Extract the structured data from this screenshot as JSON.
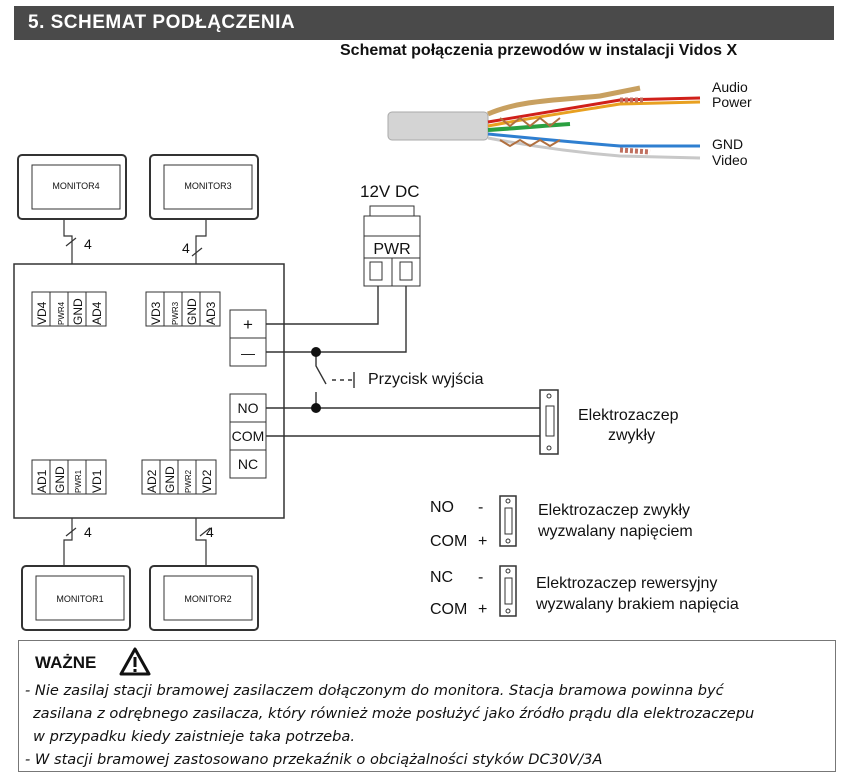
{
  "section": {
    "title": "5. SCHEMAT PODŁĄCZENIA"
  },
  "diagram_title": "Schemat połączenia przewodów w instalacji Vidos X",
  "cable_labels": [
    "Audio",
    "Power",
    "GND",
    "Video"
  ],
  "monitors": [
    "MONITOR4",
    "MONITOR3",
    "MONITOR1",
    "MONITOR2"
  ],
  "wire_counts": [
    "4",
    "4",
    "4",
    "4"
  ],
  "power_supply": {
    "title": "12V DC",
    "label": "PWR"
  },
  "terminals": {
    "group4": [
      "VD4",
      "PWR4",
      "GND",
      "AD4"
    ],
    "group3": [
      "VD3",
      "PWR3",
      "GND",
      "AD3"
    ],
    "group1": [
      "AD1",
      "GND",
      "PWR1",
      "VD1"
    ],
    "group2": [
      "AD2",
      "GND",
      "PWR2",
      "VD2"
    ]
  },
  "power_terminals": [
    "+",
    "—"
  ],
  "relay_terminals": [
    "NO",
    "COM",
    "NC"
  ],
  "exit_button": "Przycisk wyjścia",
  "lock_main": [
    "Elektrozaczep",
    "zwykły"
  ],
  "lock_normal": {
    "t1": "NO",
    "t2": "COM",
    "s1": "-",
    "s2": "+",
    "line1": "Elektrozaczep zwykły",
    "line2": "wyzwalany napięciem"
  },
  "lock_reverse": {
    "t1": "NC",
    "t2": "COM",
    "s1": "-",
    "s2": "+",
    "line1": "Elektrozaczep rewersyjny",
    "line2": "wyzwalany brakiem napięcia"
  },
  "warning": {
    "title": "WAŻNE",
    "lines": [
      "- Nie zasilaj stacji bramowej zasilaczem dołączonym do monitora. Stacja bramowa powinna być",
      "  zasilana z odrębnego zasilacza, który również może posłużyć jako źródło prądu dla elektrozaczepu",
      "  w przypadku kiedy zaistnieje taka potrzeba.",
      "- W stacji bramowej zastosowano przekaźnik o obciążalności styków DC30V/3A"
    ]
  },
  "colors": {
    "header_bg": "#4a4a4a",
    "wire_red": "#d0201a",
    "wire_orange": "#e8a020",
    "wire_blue": "#2f7fd0",
    "wire_white": "#d8d8d8",
    "wire_green": "#2aa040"
  }
}
